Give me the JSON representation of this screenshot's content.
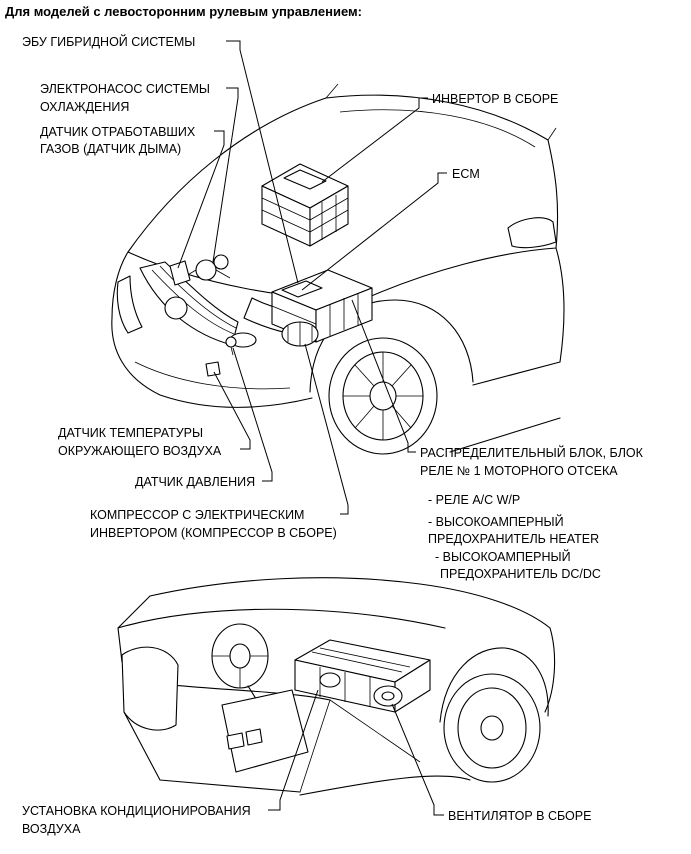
{
  "title": "Для моделей с левосторонним рулевым управлением:",
  "labels": {
    "hybrid_ecu": [
      "ЭБУ ГИБРИДНОЙ СИСТЕМЫ"
    ],
    "coolant_pump": [
      "ЭЛЕКТРОНАСОС СИСТЕМЫ",
      "ОХЛАЖДЕНИЯ"
    ],
    "smoke_sensor": [
      "ДАТЧИК ОТРАБОТАВШИХ",
      "ГАЗОВ (ДАТЧИК ДЫМА)"
    ],
    "inverter": [
      "ИНВЕРТОР В СБОРЕ"
    ],
    "ecm": [
      "ECM"
    ],
    "ambient_sensor": [
      "ДАТЧИК ТЕМПЕРАТУРЫ",
      "ОКРУЖАЮЩЕГО ВОЗДУХА"
    ],
    "pressure_sensor": [
      "ДАТЧИК ДАВЛЕНИЯ"
    ],
    "compressor": [
      "КОМПРЕССОР С ЭЛЕКТРИЧЕСКИМ",
      "ИНВЕРТОРОМ (КОМПРЕССОР В СБОРЕ)"
    ],
    "relay_block": [
      "РАСПРЕДЕЛИТЕЛЬНЫЙ БЛОК, БЛОК",
      "РЕЛЕ № 1 МОТОРНОГО ОТСЕКА"
    ],
    "relay_block_items": [
      [
        "- РЕЛЕ A/C W/P"
      ],
      [
        "- ВЫСОКОАМПЕРНЫЙ",
        "ПРЕДОХРАНИТЕЛЬ HEATER"
      ],
      [
        "- ВЫСОКОАМПЕРНЫЙ",
        "ПРЕДОХРАНИТЕЛЬ DC/DC"
      ]
    ],
    "ac_unit": [
      "УСТАНОВКА КОНДИЦИОНИРОВАНИЯ",
      "ВОЗДУХА"
    ],
    "blower": [
      "ВЕНТИЛЯТОР В СБОРЕ"
    ]
  }
}
